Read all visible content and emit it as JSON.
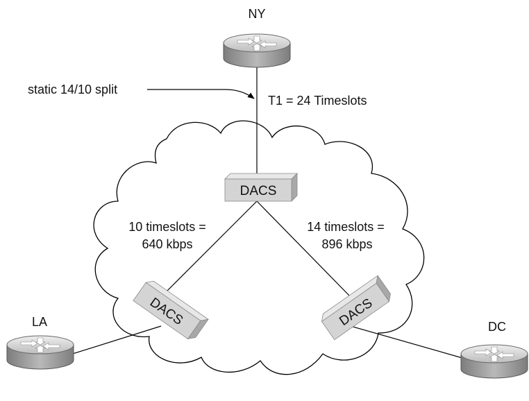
{
  "routers": {
    "ny": {
      "label": "NY"
    },
    "la": {
      "label": "LA"
    },
    "dc": {
      "label": "DC"
    }
  },
  "annotations": {
    "split": "static 14/10 split",
    "t1": "T1 = 24 Timeslots",
    "left_link_line1": "10 timeslots =",
    "left_link_line2": "640 kbps",
    "right_link_line1": "14 timeslots =",
    "right_link_line2": "896 kbps"
  },
  "dacs": {
    "center": "DACS",
    "left": "DACS",
    "right": "DACS"
  },
  "colors": {
    "line": "#000000",
    "router_body": "#9a9a9a",
    "router_top": "#dcdcdc",
    "dacs_face": "#d4d4d4",
    "dacs_side": "#a8a8a8"
  }
}
